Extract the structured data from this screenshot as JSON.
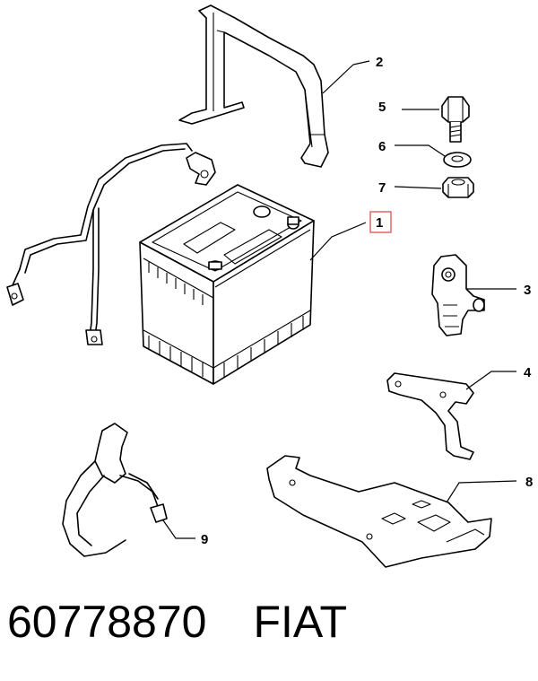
{
  "callouts": {
    "c1": "1",
    "c2": "2",
    "c3": "3",
    "c4": "4",
    "c5": "5",
    "c6": "6",
    "c7": "7",
    "c8": "8",
    "c9": "9"
  },
  "footer": {
    "part_number": "60778870",
    "brand": "FIAT"
  },
  "colors": {
    "callout_1_box": "#e05a5a",
    "line": "#000000",
    "background": "#ffffff"
  }
}
